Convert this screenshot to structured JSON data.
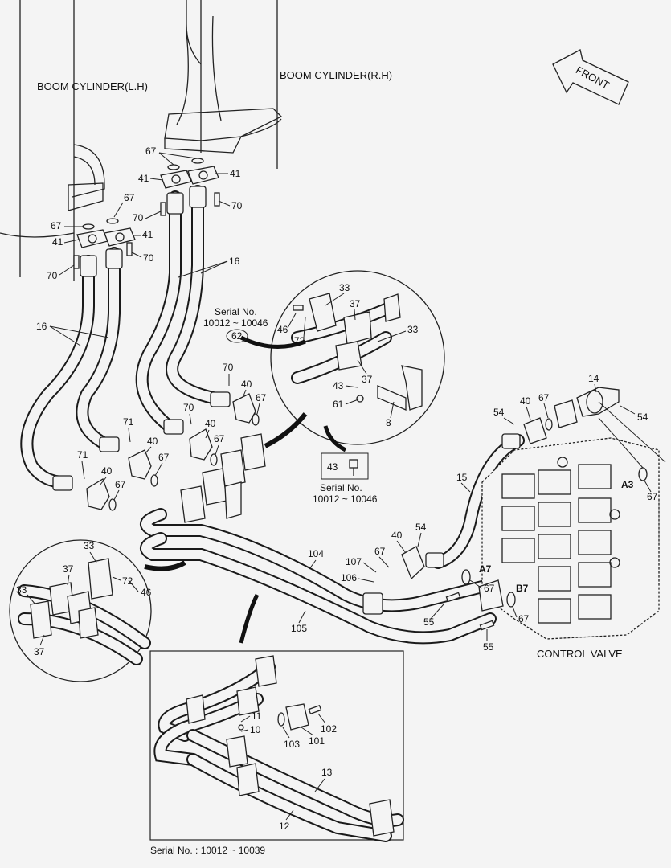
{
  "titles": {
    "boom_lh": "BOOM CYLINDER(L.H)",
    "boom_rh": "BOOM CYLINDER(R.H)",
    "front": "FRONT",
    "control_valve": "CONTROL VALVE"
  },
  "serial_notes": {
    "detail_62_line1": "Serial No.",
    "detail_62_line2": "10012 ~ 10046",
    "detail_62_ref": "62",
    "box_43_line1": "Serial No.",
    "box_43_line2": "10012 ~ 10046",
    "box_43_ref": "43",
    "inset_bottom": "Serial No. : 10012 ~ 10039"
  },
  "ports": {
    "a3": "A3",
    "a7": "A7",
    "b7": "B7"
  },
  "callouts": {
    "c67_a": "67",
    "c41_a": "41",
    "c41_b": "41",
    "c70_a": "70",
    "c70_b": "70",
    "c67_b": "67",
    "c67_c": "67",
    "c41_c": "41",
    "c41_d": "41",
    "c70_c": "70",
    "c70_d": "70",
    "c16_a": "16",
    "c16_b": "16",
    "c33_a": "33",
    "c37_a": "37",
    "c33_b": "33",
    "c46_a": "46",
    "c72_a": "72",
    "c43_a": "43",
    "c37_b": "37",
    "c61": "61",
    "c8": "8",
    "c70_e": "70",
    "c40_a": "40",
    "c67_d": "67",
    "c70_f": "70",
    "c40_b": "40",
    "c67_e": "67",
    "c71_a": "71",
    "c40_c": "40",
    "c67_f": "67",
    "c71_b": "71",
    "c40_d": "40",
    "c67_g": "67",
    "c14": "14",
    "c54_a": "54",
    "c40_e": "40",
    "c67_h": "67",
    "c54_b": "54",
    "c15": "15",
    "c67_i": "67",
    "c54_c": "54",
    "c40_f": "40",
    "c67_j": "67",
    "c67_k": "67",
    "c67_l": "67",
    "c104": "104",
    "c107": "107",
    "c106": "106",
    "c105": "105",
    "c55_a": "55",
    "c55_b": "55",
    "c33_c": "33",
    "c37_c": "37",
    "c72_b": "72",
    "c46_b": "46",
    "c33_d": "33",
    "c37_d": "37",
    "c11": "11",
    "c10": "10",
    "c103": "103",
    "c101": "101",
    "c102": "102",
    "c13": "13",
    "c12": "12"
  }
}
